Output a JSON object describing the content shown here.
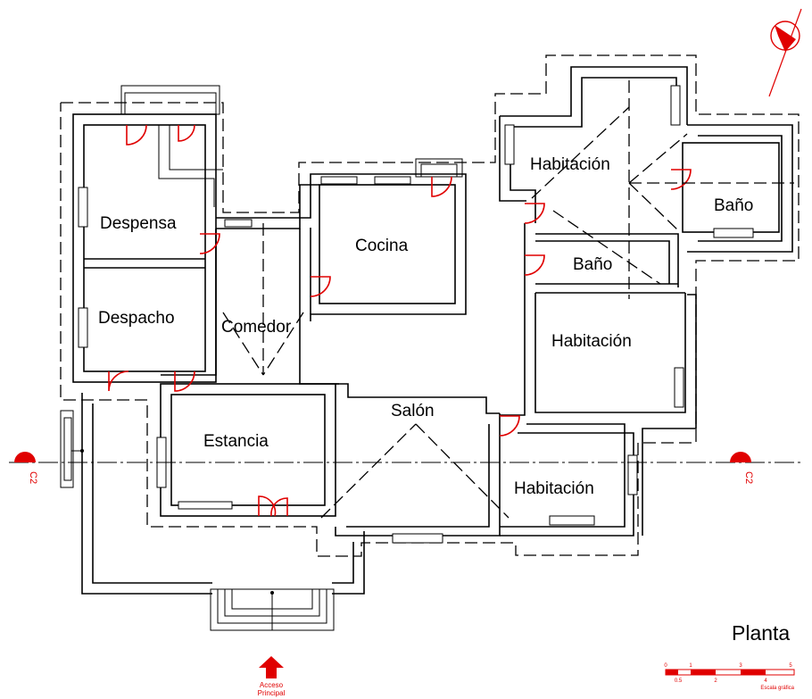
{
  "rooms": {
    "despensa": "Despensa",
    "despacho": "Despacho",
    "comedor": "Comedor",
    "cocina": "Cocina",
    "estancia": "Estancia",
    "salon": "Salón",
    "habitacion_1": "Habitación",
    "habitacion_2": "Habitación",
    "habitacion_3": "Habitación",
    "bano_1": "Baño",
    "bano_2": "Baño"
  },
  "title": "Planta",
  "section_left": "C2",
  "section_right": "C2",
  "access": {
    "line1": "Acceso",
    "line2": "Principal"
  },
  "scale": {
    "label": "Escala gráfica",
    "ticks": [
      "0",
      "0.5",
      "1",
      "2",
      "3",
      "4",
      "5"
    ]
  },
  "colors": {
    "annotation": "#e00000",
    "walls": "#000000"
  }
}
